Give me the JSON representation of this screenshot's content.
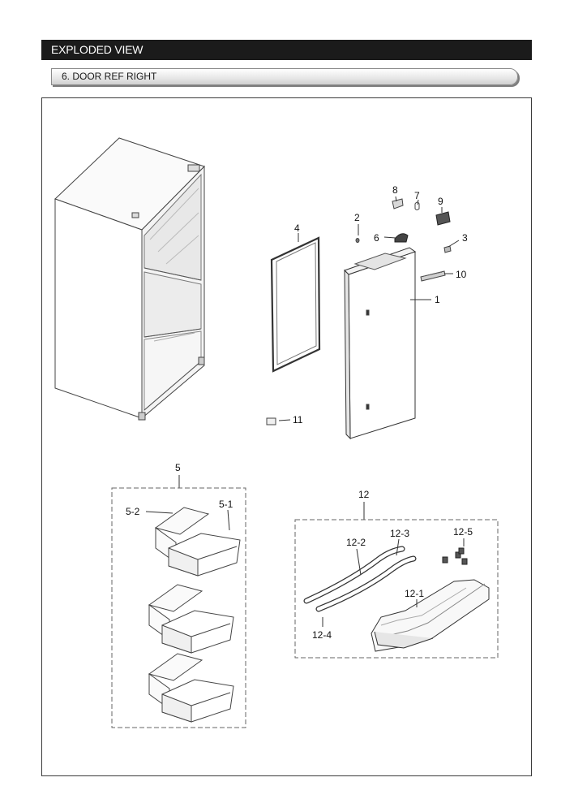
{
  "header": {
    "title": "EXPLODED VIEW"
  },
  "section": {
    "title": "6. DOOR REF RIGHT"
  },
  "callouts": {
    "c1": "1",
    "c2": "2",
    "c3": "3",
    "c4": "4",
    "c5": "5",
    "c5_1": "5-1",
    "c5_2": "5-2",
    "c6": "6",
    "c7": "7",
    "c8": "8",
    "c9": "9",
    "c10": "10",
    "c11": "11",
    "c12": "12",
    "c12_1": "12-1",
    "c12_2": "12-2",
    "c12_3": "12-3",
    "c12_4": "12-4",
    "c12_5": "12-5"
  }
}
